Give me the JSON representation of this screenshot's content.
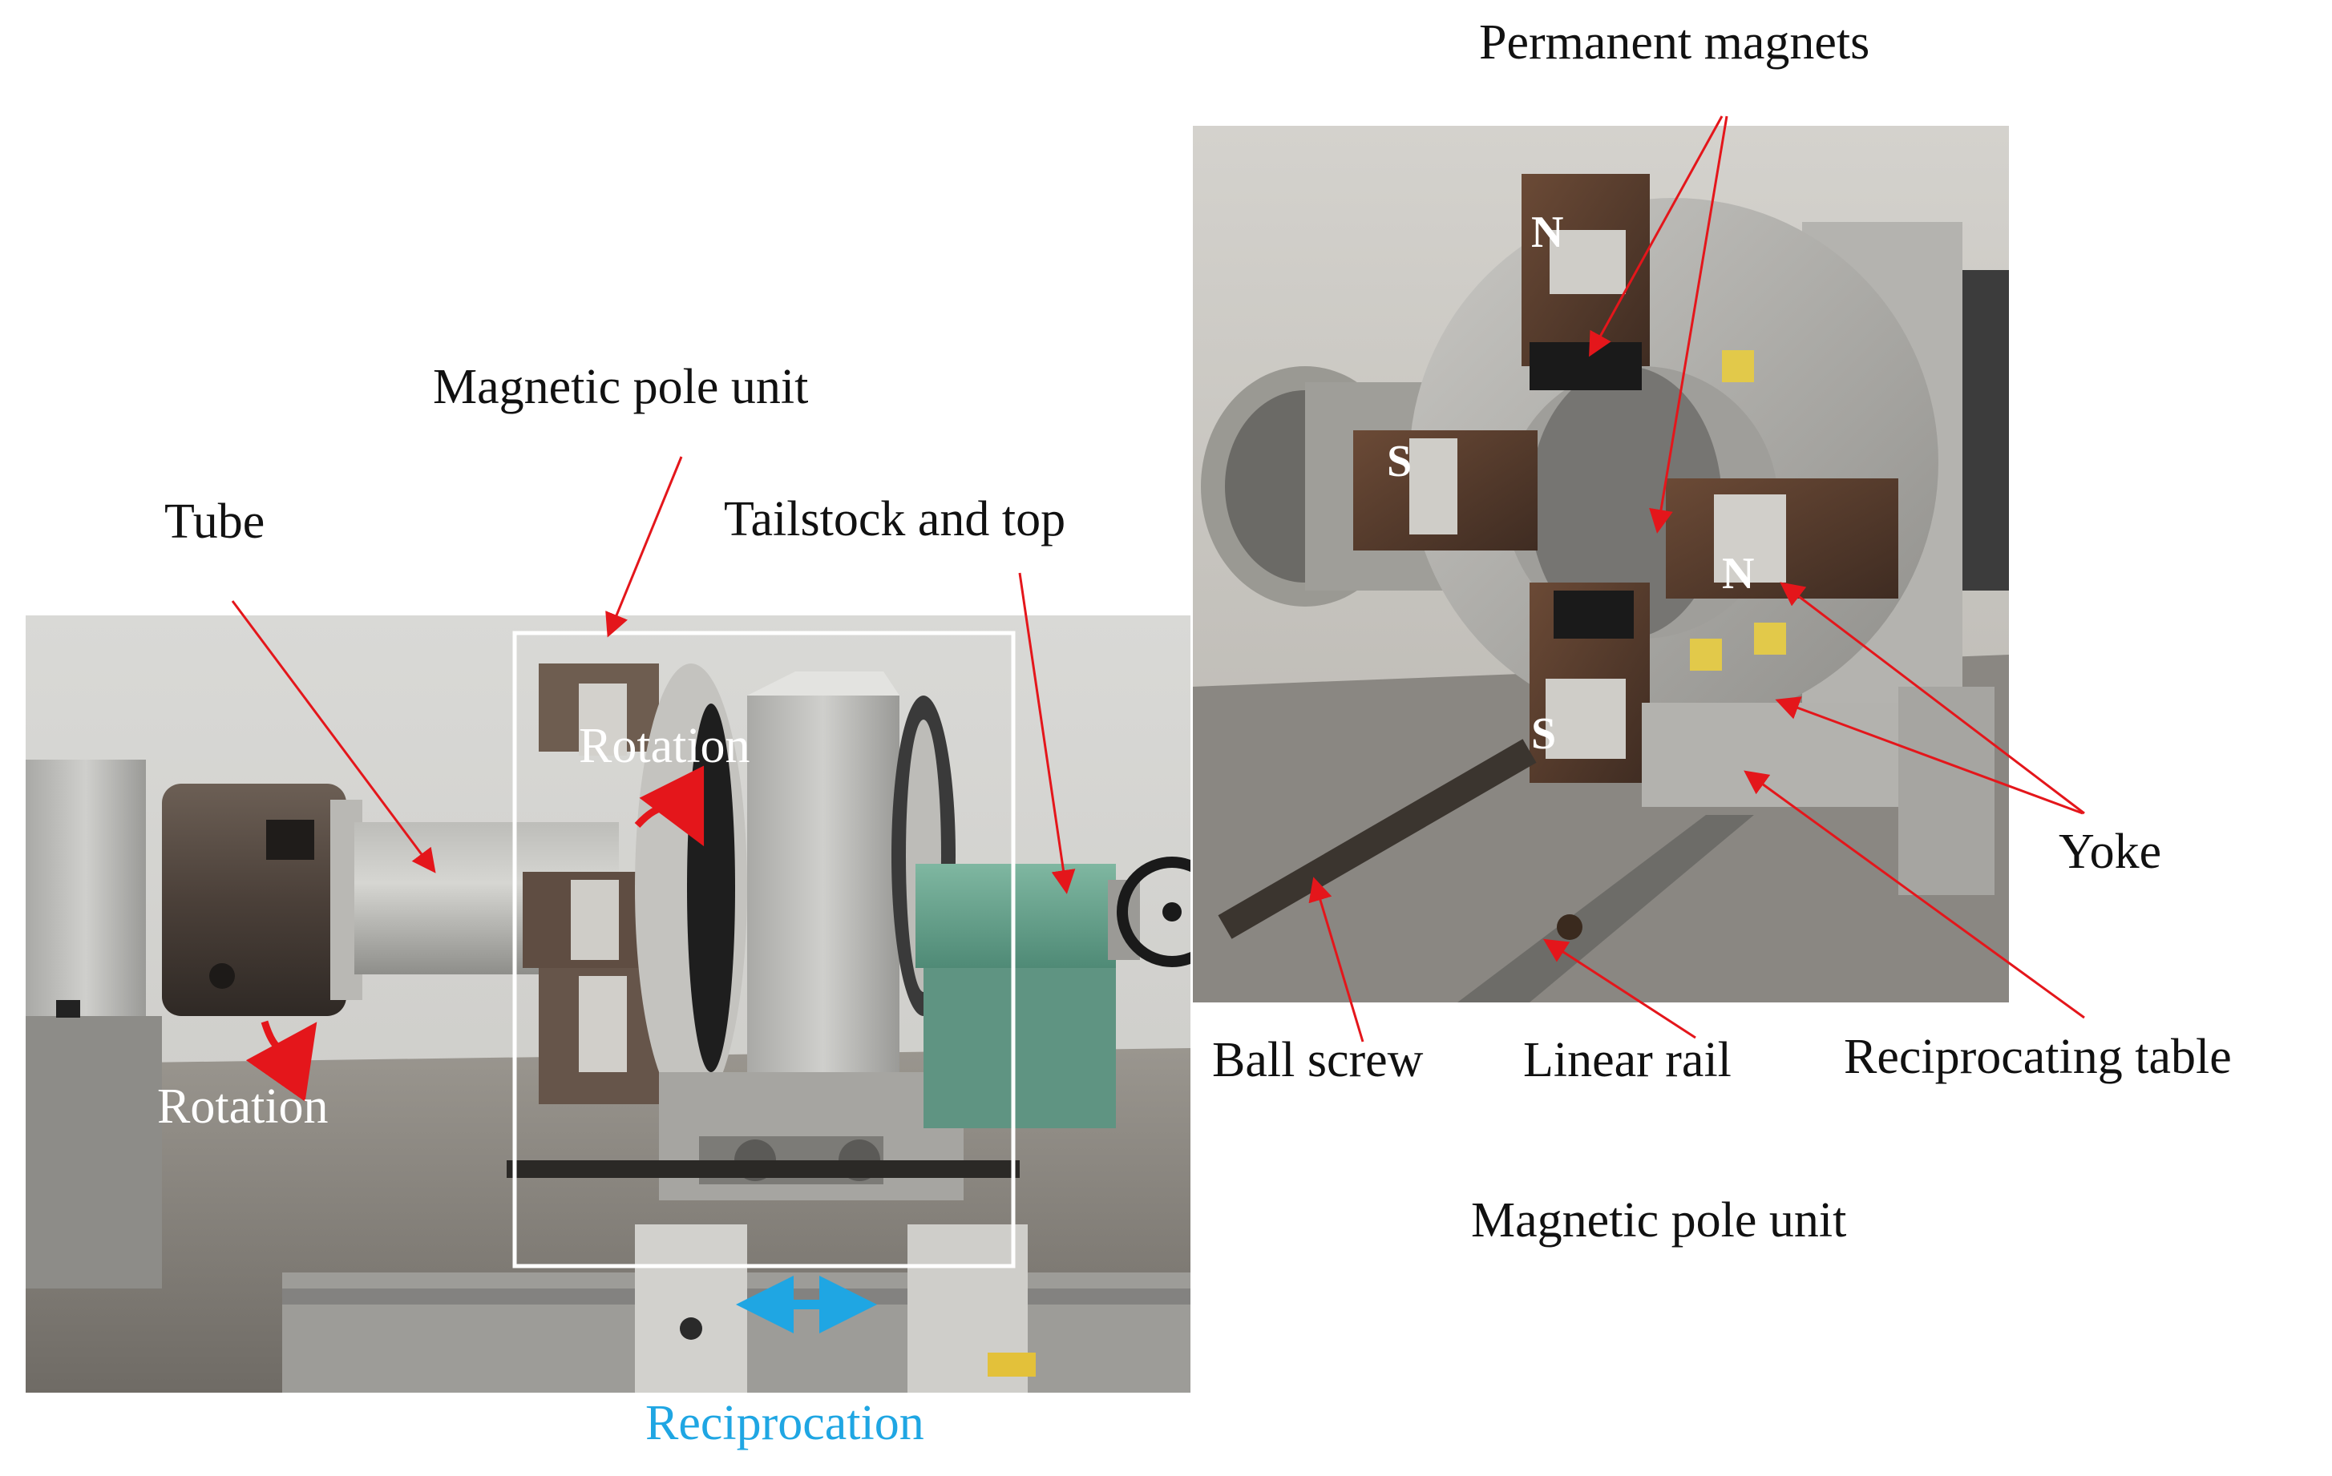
{
  "labels": {
    "permanent_magnets": "Permanent magnets",
    "magnetic_pole_unit_top": "Magnetic pole unit",
    "tube": "Tube",
    "tailstock_and_top": "Tailstock and top",
    "rotation_upper": "Rotation",
    "rotation_lower": "Rotation",
    "reciprocation": "Reciprocation",
    "yoke": "Yoke",
    "ball_screw": "Ball screw",
    "linear_rail": "Linear rail",
    "reciprocating_table": "Reciprocating table",
    "magnetic_pole_unit_caption": "Magnetic pole unit"
  },
  "poles": {
    "n_top": "N",
    "s_left": "S",
    "n_right": "N",
    "s_bottom": "S"
  },
  "colors": {
    "arrow_red": "#e4161b",
    "reciprocation_blue": "#1fa6e3",
    "selection_box": "#ffffff"
  }
}
